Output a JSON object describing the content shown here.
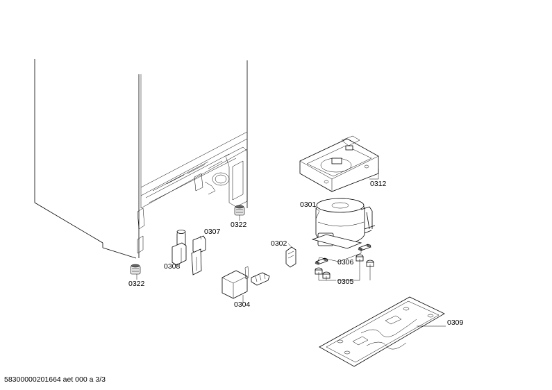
{
  "labels": {
    "p0301": "0301",
    "p0302": "0302",
    "p0304": "0304",
    "p0305": "0305",
    "p0306": "0306",
    "p0307": "0307",
    "p0308": "0308",
    "p0309": "0309",
    "p0312": "0312",
    "p0322_right": "0322",
    "p0322_left": "0322"
  },
  "footer": "58300000201664 aet 000 a 3/3"
}
